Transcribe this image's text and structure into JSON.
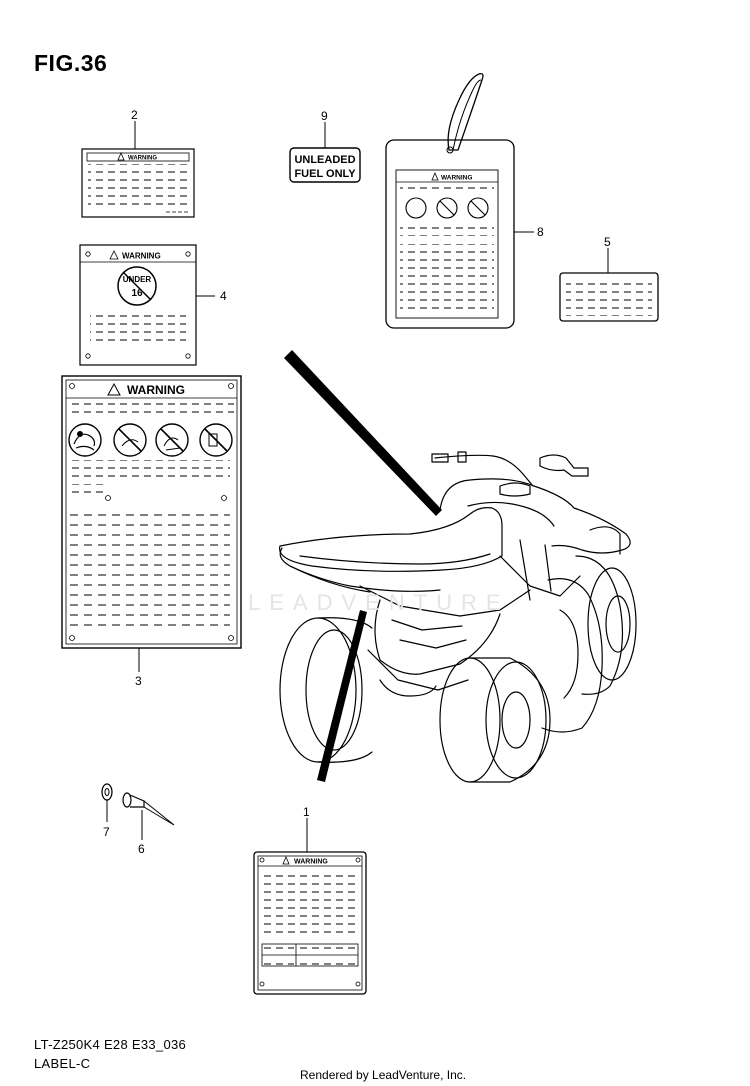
{
  "figure": {
    "title": "FIG.36",
    "model_code": "LT-Z250K4 E28 E33_036",
    "section": "LABEL-C",
    "credit": "Rendered by LeadVenture, Inc.",
    "watermark": "LEADVENTURE"
  },
  "callouts": {
    "c1": "1",
    "c2": "2",
    "c3": "3",
    "c4": "4",
    "c5": "5",
    "c6": "6",
    "c7": "7",
    "c8": "8",
    "c9": "9"
  },
  "labels": {
    "warning": "WARNING",
    "under_line1": "UNDER",
    "under_line2": "16",
    "fuel_line1": "UNLEADED",
    "fuel_line2": "FUEL ONLY"
  }
}
